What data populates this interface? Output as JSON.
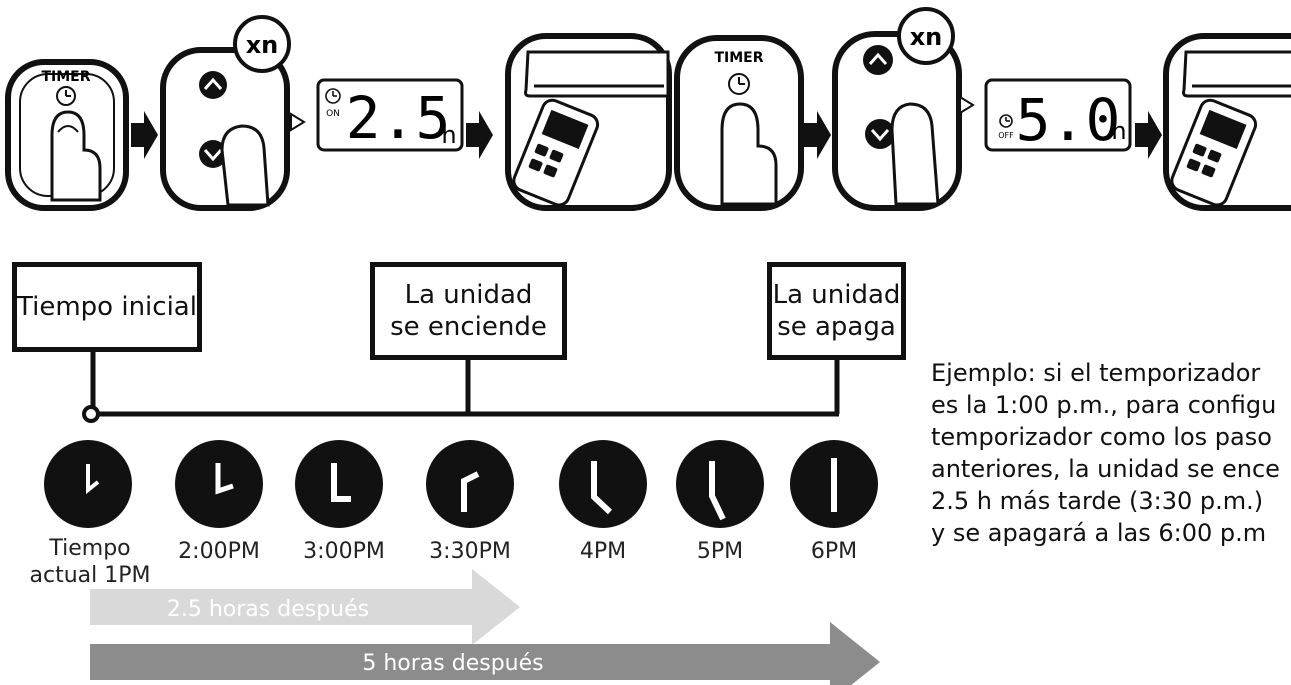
{
  "steps": {
    "timer_label_1": "TIMER",
    "xn_1": "xn",
    "display_1": {
      "value": "2.5",
      "unit": "h",
      "mode": "ON"
    },
    "timer_label_2": "TIMER",
    "xn_2": "xn",
    "display_2": {
      "value": "5.0",
      "unit": "h",
      "mode": "OFF"
    }
  },
  "boxes": {
    "initial": "Tiempo inicial",
    "on_line1": "La unidad",
    "on_line2": "se enciende",
    "off_line1": "La unidad",
    "off_line2": "se apaga"
  },
  "clocks": [
    {
      "line1": "Tiempo",
      "line2": "actual 1PM"
    },
    {
      "line1": "2:00PM"
    },
    {
      "line1": "3:00PM"
    },
    {
      "line1": "3:30PM"
    },
    {
      "line1": "4PM"
    },
    {
      "line1": "5PM"
    },
    {
      "line1": "6PM"
    }
  ],
  "arrows": {
    "short": "2.5 horas después",
    "long": "5 horas después"
  },
  "colors": {
    "ink": "#111111",
    "short_arrow": "#d9d9d9",
    "long_arrow": "#8c8c8c"
  },
  "example": {
    "line1": "Ejemplo: si el temporizador",
    "line2": "es la 1:00 p.m., para configu",
    "line3": "temporizador como los paso",
    "line4": "anteriores, la unidad se ence",
    "line5": "2.5 h más tarde (3:30 p.m.)",
    "line6": "y se apagará a las 6:00 p.m"
  }
}
